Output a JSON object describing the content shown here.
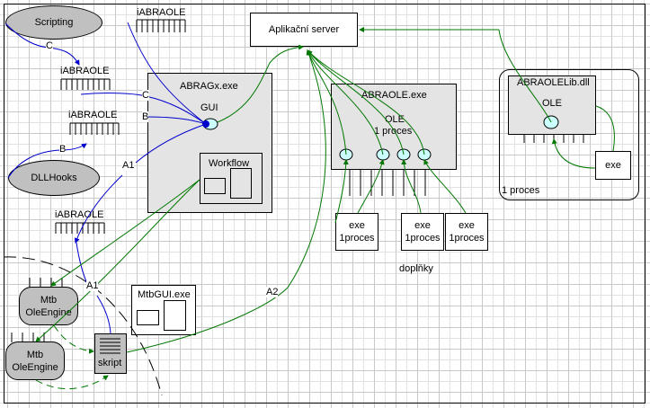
{
  "diagram": {
    "app_server": "Aplikační server",
    "scripting": "Scripting",
    "dllhooks": "DLLHooks",
    "interfaces": [
      "iABRAOLE",
      "iABRAOLE",
      "iABRAOLE",
      "iABRAOLE"
    ],
    "abragx": {
      "title": "ABRAGx.exe",
      "gui": "GUI",
      "workflow": "Workflow"
    },
    "abraole": {
      "title": "ABRAOLE.exe",
      "ole": "OLE",
      "proces": "1 proces"
    },
    "abraolelib": {
      "title": "ABRAOLELib.dll",
      "ole": "OLE",
      "proces": "1 proces",
      "exe": "exe"
    },
    "addons": [
      {
        "line1": "exe",
        "line2": "1proces"
      },
      {
        "line1": "exe",
        "line2": "1proces"
      },
      {
        "line1": "exe",
        "line2": "1proces"
      }
    ],
    "addons_label": "doplňky",
    "mtb_engines": [
      {
        "line1": "Mtb",
        "line2": "OleEngine"
      },
      {
        "line1": "Mtb",
        "line2": "OleEngine"
      }
    ],
    "skript": "skript",
    "mtbgui": "MtbGUI.exe",
    "link_labels": {
      "c1": "C",
      "c2": "C",
      "b1": "B",
      "b2": "B",
      "a1a": "A1",
      "a1b": "A1",
      "a2": "A2"
    },
    "colors": {
      "blue_link": "#0000cc",
      "green_link": "#007700",
      "node_gray": "#c0c0c0",
      "box_gray": "#e4e4e4",
      "ole_fill": "#ccffff"
    }
  }
}
